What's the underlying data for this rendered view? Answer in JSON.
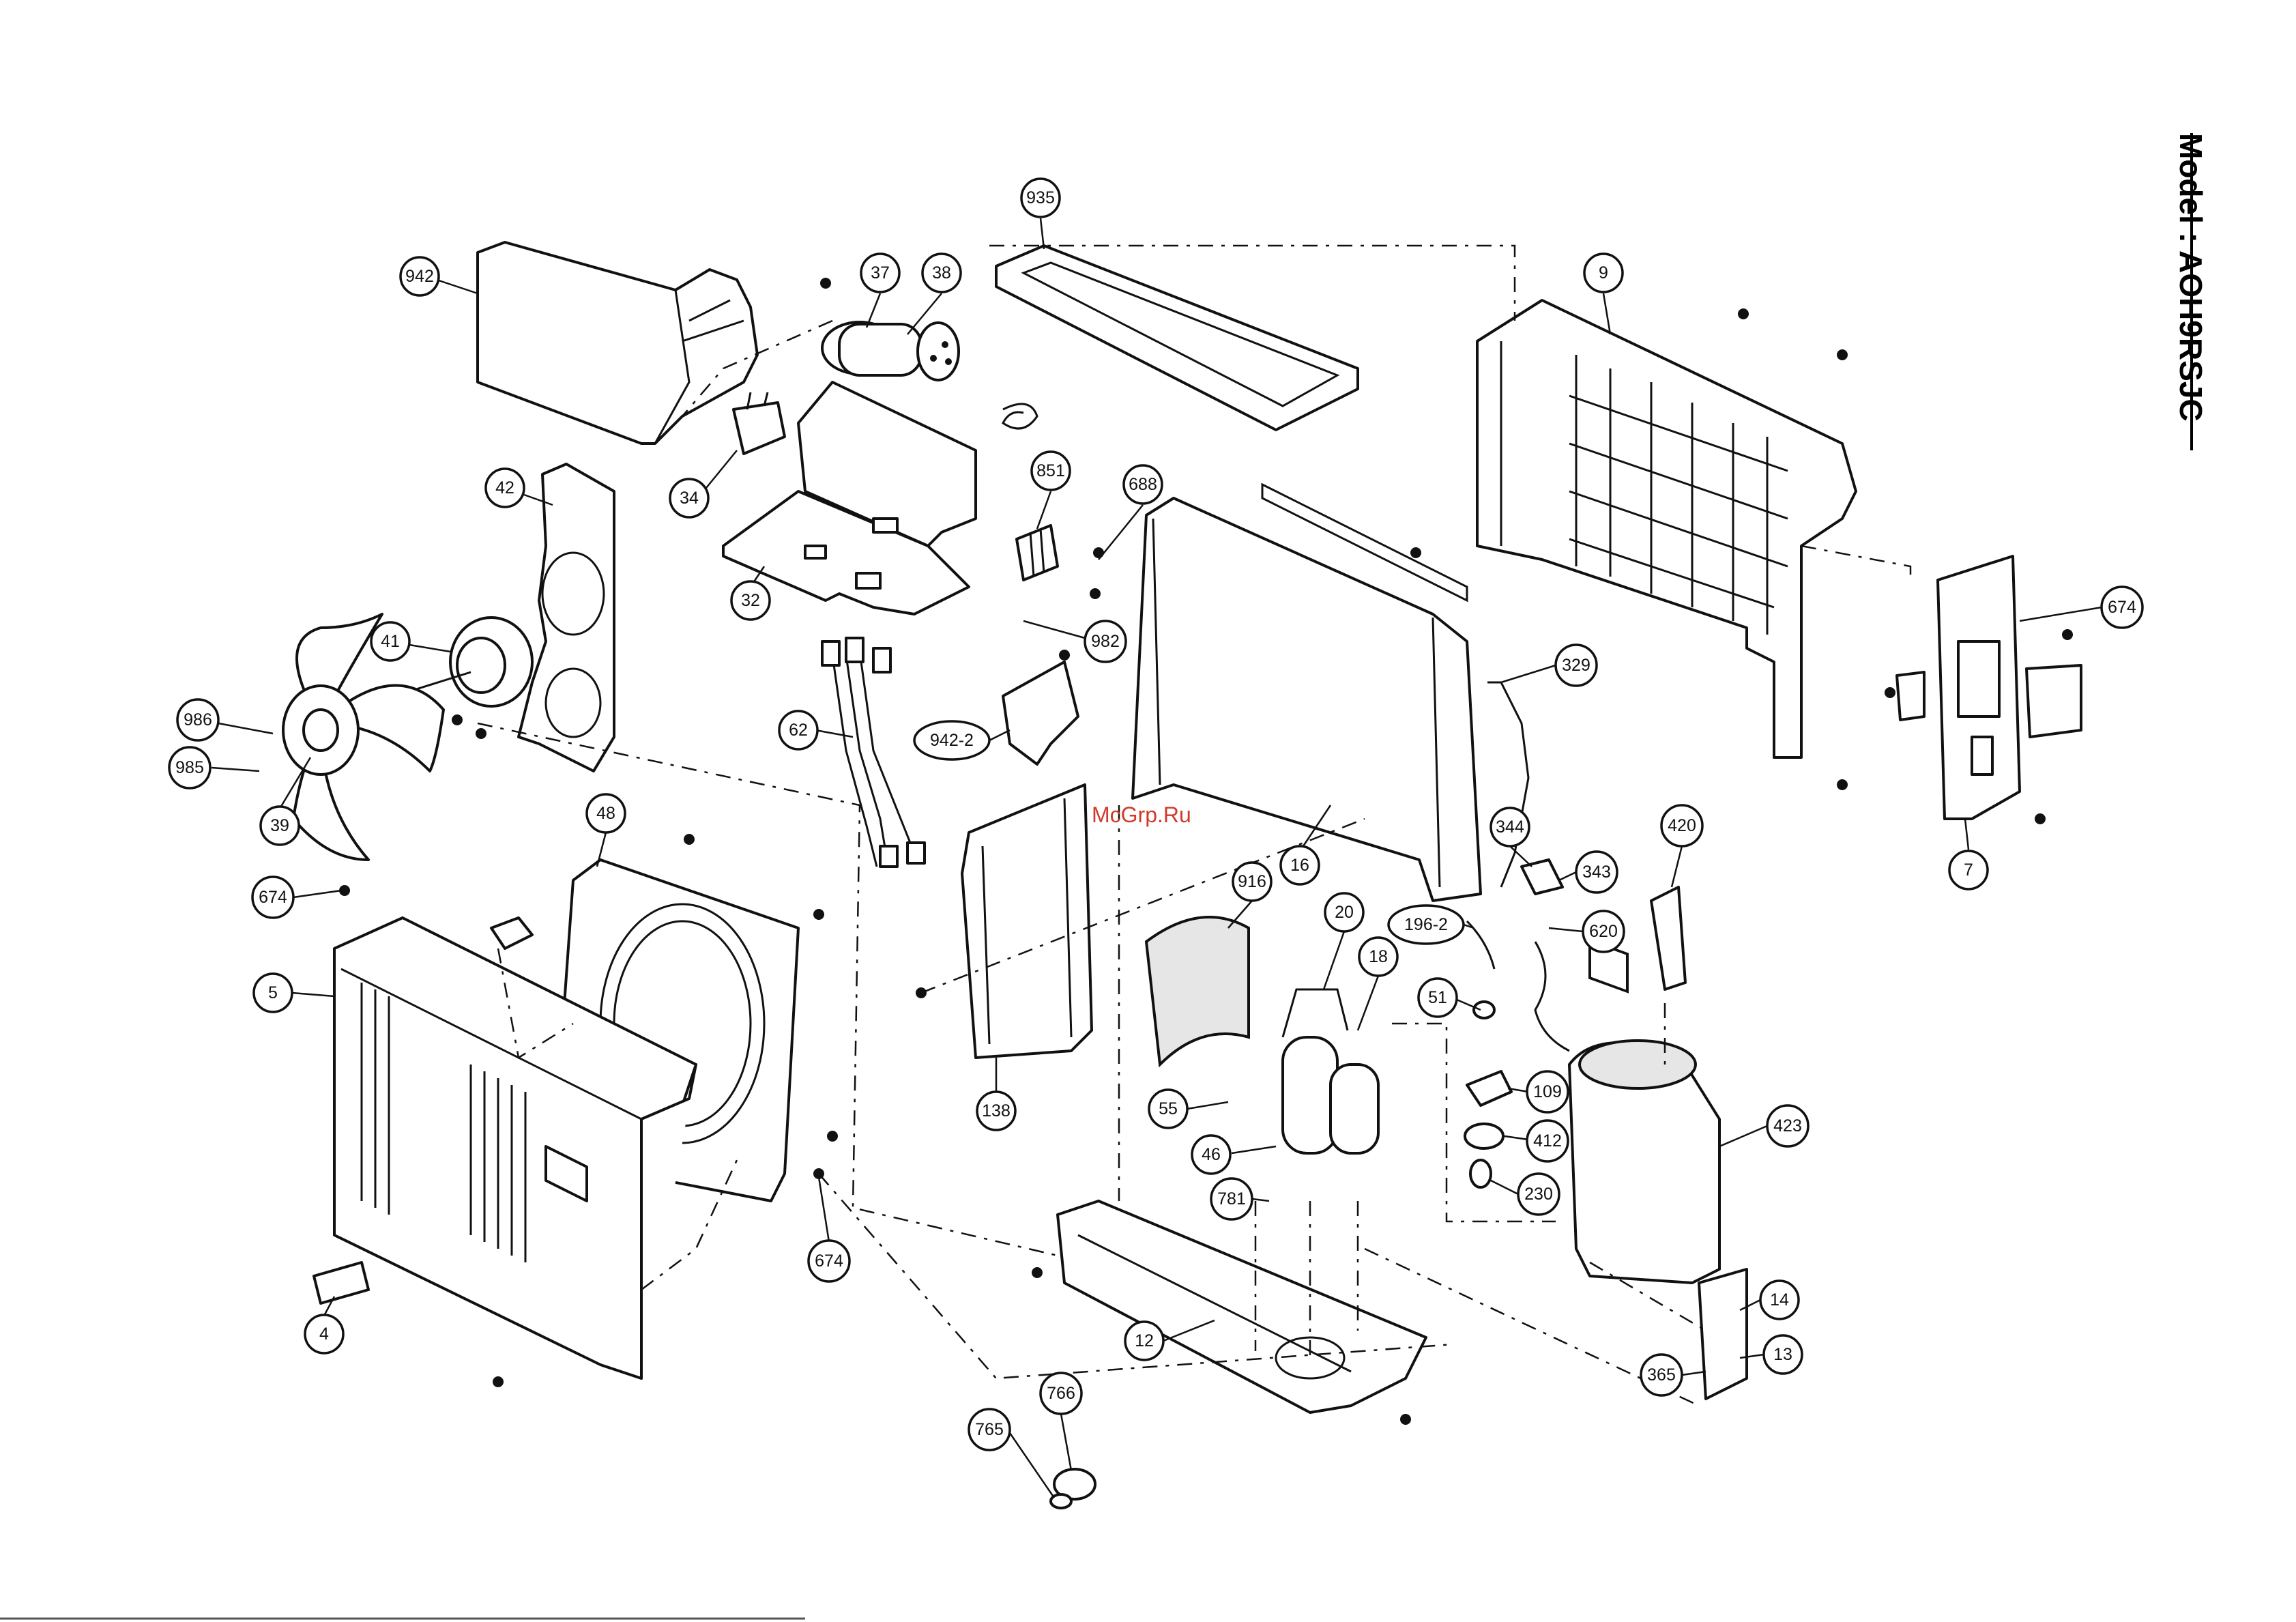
{
  "model_label": "Model : AOH9RSJC",
  "watermark": "McGrp.Ru",
  "callouts": {
    "c942": "942",
    "c37": "37",
    "c38": "38",
    "c935": "935",
    "c9": "9",
    "c34": "34",
    "c42": "42",
    "c851": "851",
    "c688": "688",
    "c674a": "674",
    "c32": "32",
    "c41": "41",
    "c982": "982",
    "c329": "329",
    "c986": "986",
    "c985": "985",
    "c62": "62",
    "c942_2": "942-2",
    "c39": "39",
    "c48": "48",
    "c16": "16",
    "c344": "344",
    "c343": "343",
    "c420": "420",
    "c7": "7",
    "c674b": "674",
    "c5": "5",
    "c916": "916",
    "c20": "20",
    "c196_2": "196-2",
    "c620": "620",
    "c18": "18",
    "c51": "51",
    "c138": "138",
    "c55": "55",
    "c109": "109",
    "c423": "423",
    "c46": "46",
    "c412": "412",
    "c781": "781",
    "c230": "230",
    "c674c": "674",
    "c4": "4",
    "c14": "14",
    "c12": "12",
    "c13": "13",
    "c365": "365",
    "c766": "766",
    "c765": "765"
  }
}
